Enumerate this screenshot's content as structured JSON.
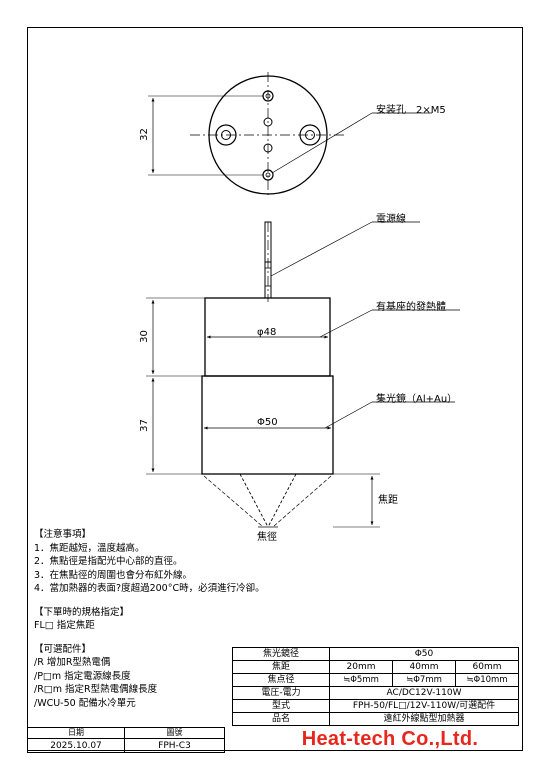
{
  "callouts": {
    "mount_holes": "安装孔　2×M5",
    "power_cable": "電源線",
    "heater_body": "有基座的發熱體",
    "reflector": "集光鏡（Al+Au）",
    "focal_distance": "焦距",
    "focal_diameter": "焦徑"
  },
  "dimensions": {
    "hole_spacing": "32",
    "body_height": "30",
    "body_diameter": "φ48",
    "reflector_height": "37",
    "reflector_diameter": "Φ50"
  },
  "notes": {
    "caution_title": "【注意事項】",
    "caution_items": [
      "1．焦距越短，溫度越高。",
      "2．焦點徑是指配光中心部的直徑。",
      "3．在焦點徑的周圍也會分布紅外線。",
      "4．當加熱器的表面?度超過200°C時，必須進行冷卻。"
    ],
    "order_title": "【下單時的規格指定】",
    "order_items": [
      "FL□ 指定焦距"
    ],
    "options_title": "【可選配件】",
    "options_items": [
      "/R 增加R型熱電偶",
      "/P□m 指定電源線長度",
      "/R□m 指定R型熱電偶線長度",
      "/WCU-50 配備水冷單元"
    ]
  },
  "spec_table": {
    "lens_label": "焦光鏡径",
    "lens_value": "Φ50",
    "focal_label": "焦距",
    "focal_values": [
      "20mm",
      "40mm",
      "60mm"
    ],
    "spot_label": "焦点径",
    "spot_values": [
      "≒Φ5mm",
      "≒Φ7mm",
      "≒Φ10mm"
    ],
    "power_label": "電圧-電力",
    "power_value": "AC/DC12V-110W",
    "model_label": "型式",
    "model_value": "FPH-50/FL□/12V-110W/可選配件",
    "name_label": "品名",
    "name_value": "遠紅外線點型加熱器"
  },
  "title_block": {
    "date_label": "日期",
    "drawing_no_label": "圖號",
    "date": "2025.10.07",
    "drawing_no": "FPH-C3",
    "company": "Heat-tech Co.,Ltd."
  }
}
